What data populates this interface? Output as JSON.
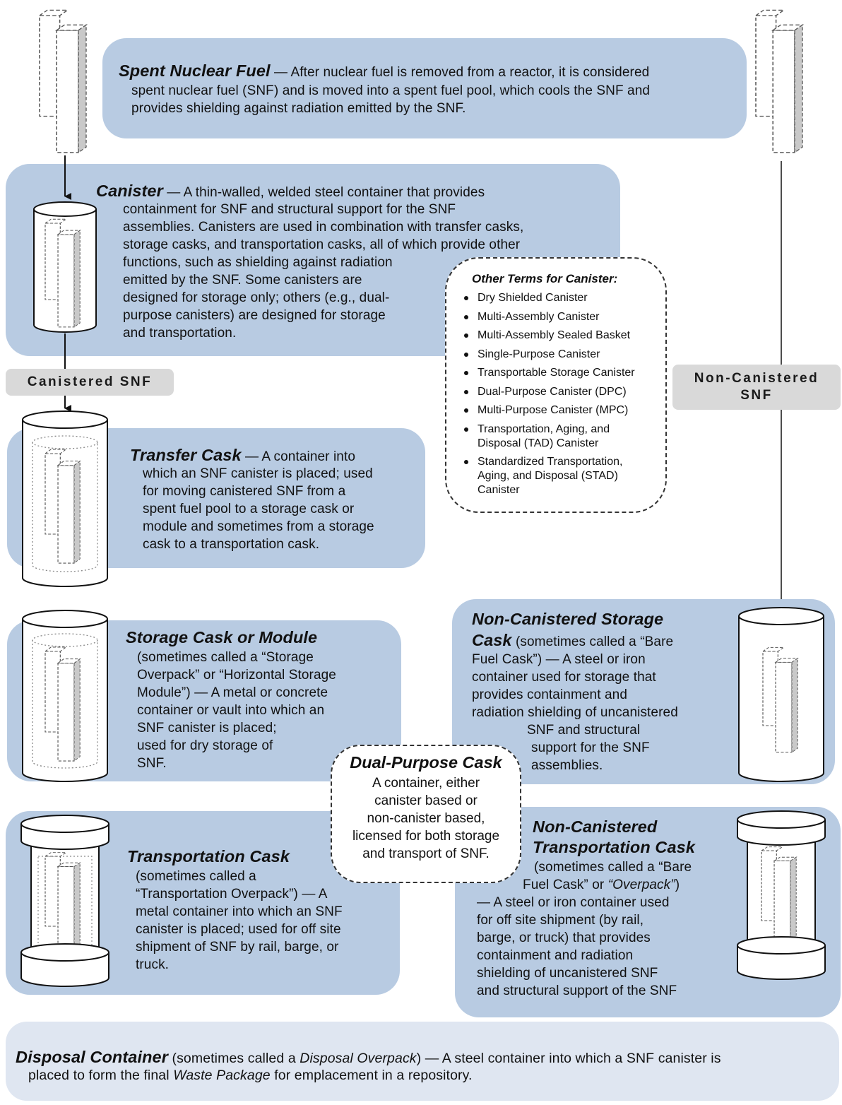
{
  "snf": {
    "term": "Spent Nuclear Fuel",
    "dash": " — ",
    "desc1": "After nuclear fuel is removed from a reactor, it is considered",
    "desc2": "spent nuclear fuel (SNF) and is moved into a spent fuel pool, which cools the SNF and",
    "desc3": "provides shielding against radiation emitted by the SNF."
  },
  "canister": {
    "term": "Canister",
    "lines": [
      " — A thin-walled, welded steel container that provides",
      "containment for SNF and structural support for the SNF",
      "assemblies. Canisters are used in combination with transfer casks,",
      "storage casks, and transportation casks, all of which provide other",
      "functions, such as shielding against radiation",
      "emitted by the SNF. Some canisters are",
      "designed for storage only; others (e.g., dual-",
      "purpose canisters) are designed for storage",
      "and transportation."
    ]
  },
  "other_terms": {
    "title": "Other Terms for Canister:",
    "items": [
      "Dry Shielded Canister",
      "Multi-Assembly Canister",
      "Multi-Assembly Sealed Basket",
      "Single-Purpose Canister",
      "Transportable Storage Canister",
      "Dual-Purpose Canister (DPC)",
      "Multi-Purpose Canister (MPC)",
      "Transportation, Aging, and Disposal (TAD) Canister",
      "Standardized Transportation, Aging, and Disposal (STAD) Canister"
    ]
  },
  "labels": {
    "canistered": "Canistered SNF",
    "non_canistered_1": "Non-Canistered",
    "non_canistered_2": "SNF"
  },
  "transfer": {
    "term": "Transfer Cask",
    "lines": [
      " — A container into",
      "which an SNF canister is placed; used",
      "for moving canistered SNF from a",
      "spent fuel pool to a storage cask or",
      "module and sometimes from a storage",
      "cask to a transportation cask."
    ]
  },
  "storage": {
    "term": "Storage Cask or Module",
    "lines": [
      "(sometimes called a “Storage",
      "Overpack” or “Horizontal Storage",
      "Module”) — A metal or concrete",
      "container or vault into which an",
      "SNF canister is placed;",
      "used for dry storage of",
      "SNF."
    ]
  },
  "dual": {
    "term": "Dual-Purpose Cask",
    "lines": [
      "A container, either",
      "canister based or",
      "non-canister based,",
      "licensed for both storage",
      "and transport of SNF."
    ]
  },
  "nc_storage": {
    "term1": "Non-Canistered Storage",
    "term2": "Cask",
    "lines": [
      " (sometimes called a “Bare",
      "Fuel Cask”) — A steel or iron",
      "container used for storage that",
      "provides containment and",
      "radiation shielding of uncanistered",
      "SNF and structural",
      "support for the SNF",
      "assemblies."
    ]
  },
  "transport": {
    "term": "Transportation Cask",
    "lines": [
      "(sometimes called a",
      "“Transportation Overpack”) — A",
      "metal container into which an SNF",
      "canister is placed; used for off site",
      "shipment of SNF by rail, barge, or",
      "truck."
    ]
  },
  "nc_transport": {
    "term1": "Non-Canistered",
    "term2": "Transportation Cask",
    "line1": "(sometimes called a “Bare",
    "line2a": "Fuel Cask” or ",
    "line2b": "“Overpack”",
    "line2c": ")",
    "lines": [
      "— A steel or iron container used",
      "for off site shipment (by rail,",
      "barge, or truck) that provides",
      "containment and radiation",
      "shielding of uncanistered SNF",
      "and structural support of the SNF"
    ]
  },
  "disposal": {
    "term": "Disposal Container",
    "p1": " (sometimes called a ",
    "i1": "Disposal Overpack",
    "p2": ") — A steel container into which a SNF canister is",
    "p3": "placed to form the final ",
    "i2": "Waste Package",
    "p4": " for emplacement in a repository."
  }
}
